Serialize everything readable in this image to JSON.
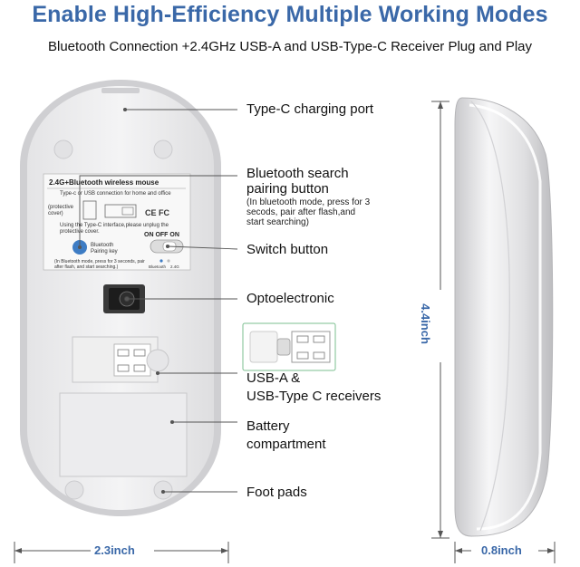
{
  "header": {
    "title": "Enable High-Efficiency Multiple Working Modes",
    "subtitle": "Bluetooth Connection +2.4GHz USB-A and USB-Type-C Receiver Plug and Play"
  },
  "label_sticker": {
    "title": "2.4G+Bluetooth wireless mouse",
    "line1": "Type-c or USB connection for home and office",
    "protective_cover": "(protective cover)",
    "certs": "CE FC",
    "line2": "Using the Type-C interface,please unplug the protective cover.",
    "pairing_key": "Bluetooth Pairing key",
    "on_off": "ON OFF ON",
    "note": "(In Bluetooth mode, press for 3 seconds, pair after flash, and start searching.)",
    "bluetooth": "Bluetooth",
    "g24": "2.4G"
  },
  "callouts": {
    "typec_port": "Type-C charging port",
    "bt_search_line1": "Bluetooth search",
    "bt_search_line2": "pairing button",
    "bt_search_note1": "(In bluetooth mode, press for 3",
    "bt_search_note2": "secods, pair after flash,and",
    "bt_search_note3": "start searching)",
    "switch": "Switch button",
    "opto": "Optoelectronic",
    "usb_line1": "USB-A &",
    "usb_line2": "USB-Type C receivers",
    "battery_line1": "Battery",
    "battery_line2": "compartment",
    "foot_pads": "Foot pads"
  },
  "dimensions": {
    "width": "2.3inch",
    "height": "4.4inch",
    "depth": "0.8inch"
  },
  "colors": {
    "accent": "#3a68a8",
    "pairing_button": "#3d7cc4"
  }
}
